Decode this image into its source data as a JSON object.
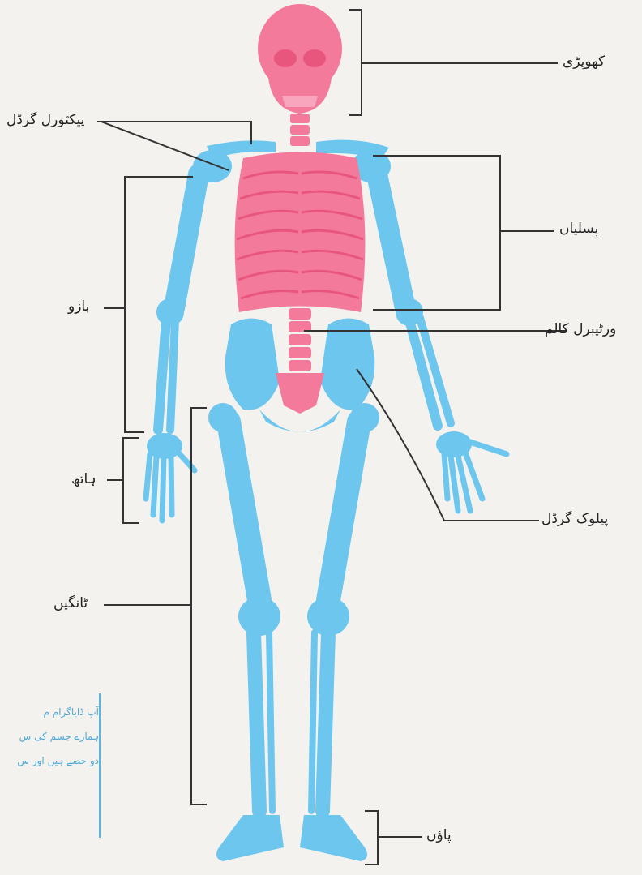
{
  "colors": {
    "axial": "#f47a9c",
    "appendicular": "#6cc6ee",
    "line": "#333333",
    "note": "#4fa9d6"
  },
  "labels": {
    "skull": "کھوپڑی",
    "pectoral_girdle": "پیکٹورل گرڈل",
    "ribs": "پسلیاں",
    "arm": "بازو",
    "vertebral_column": "ورٹیبرل کالم",
    "hand": "ہاتھ",
    "pelvic_girdle": "پیلوک گرڈل",
    "legs": "ٹانگیں",
    "feet": "پاؤں"
  },
  "side_note": {
    "lines": [
      "آپ ڈایاگرام م",
      "ہمارے جسم کی س",
      "دو حصے ہیں اور س"
    ]
  }
}
